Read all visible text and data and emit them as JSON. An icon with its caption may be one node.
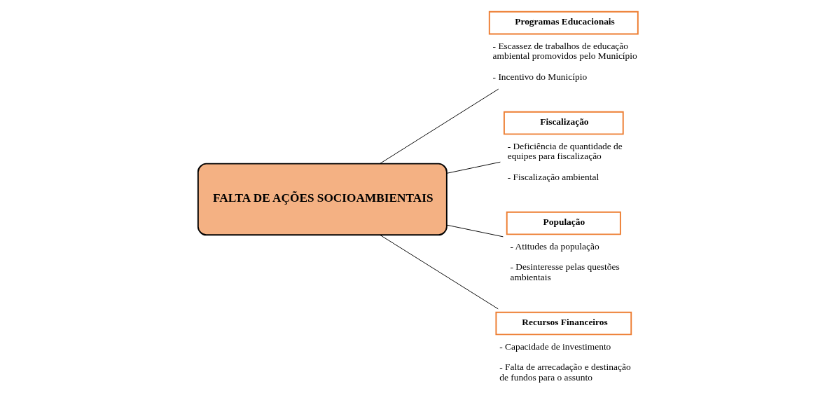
{
  "diagram": {
    "nodes": [
      {
        "text": [
          "FALTA DE AÇÕES SOCIOAMBIENTAIS"
        ]
      },
      {
        "text": [
          "Programas Educacionais"
        ],
        "beside": [
          "- Escassez de trabalhos de educação ambiental promovidos pelo Município",
          "- Incentivo do Município"
        ]
      },
      {
        "text": [
          "Fiscalização"
        ],
        "beside": [
          "- Deficiência de quantidade de equipes para fiscalização",
          "- Fiscalização ambiental"
        ]
      },
      {
        "text": [
          "População"
        ],
        "beside": [
          "- Atitudes da população",
          "- Desinteresse pelas questões ambientais"
        ]
      },
      {
        "text": [
          "Recursos Financeiros"
        ],
        "beside": [
          "- Capacidade de investimento",
          "- Falta de arrecadação e destinação de fundos para o assunto"
        ]
      }
    ],
    "edges": [
      {
        "from": 1,
        "to": 0,
        "arrow": "none"
      },
      {
        "from": 2,
        "to": 0,
        "arrow": "none"
      },
      {
        "from": 3,
        "to": 0,
        "arrow": "none"
      },
      {
        "from": 4,
        "to": 0,
        "arrow": "none"
      }
    ]
  }
}
